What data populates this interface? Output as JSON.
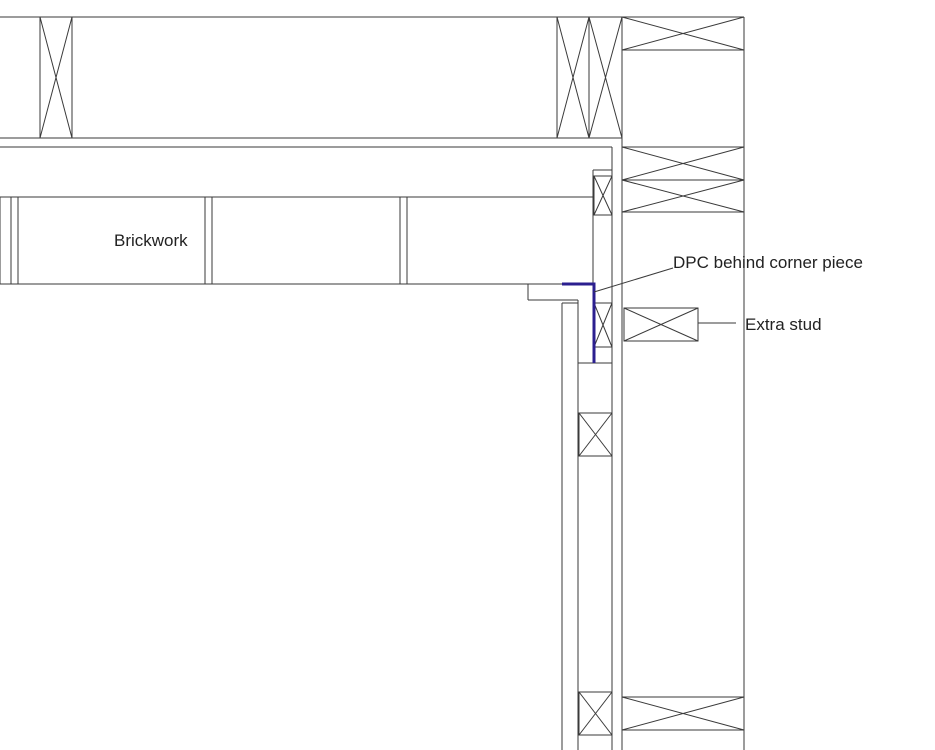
{
  "labels": {
    "brickwork": "Brickwork",
    "dpc": "DPC behind corner piece",
    "extra_stud": "Extra stud"
  },
  "colors": {
    "line": "#3a3a3a",
    "dpc": "#2b1f8f",
    "text": "#222222"
  }
}
